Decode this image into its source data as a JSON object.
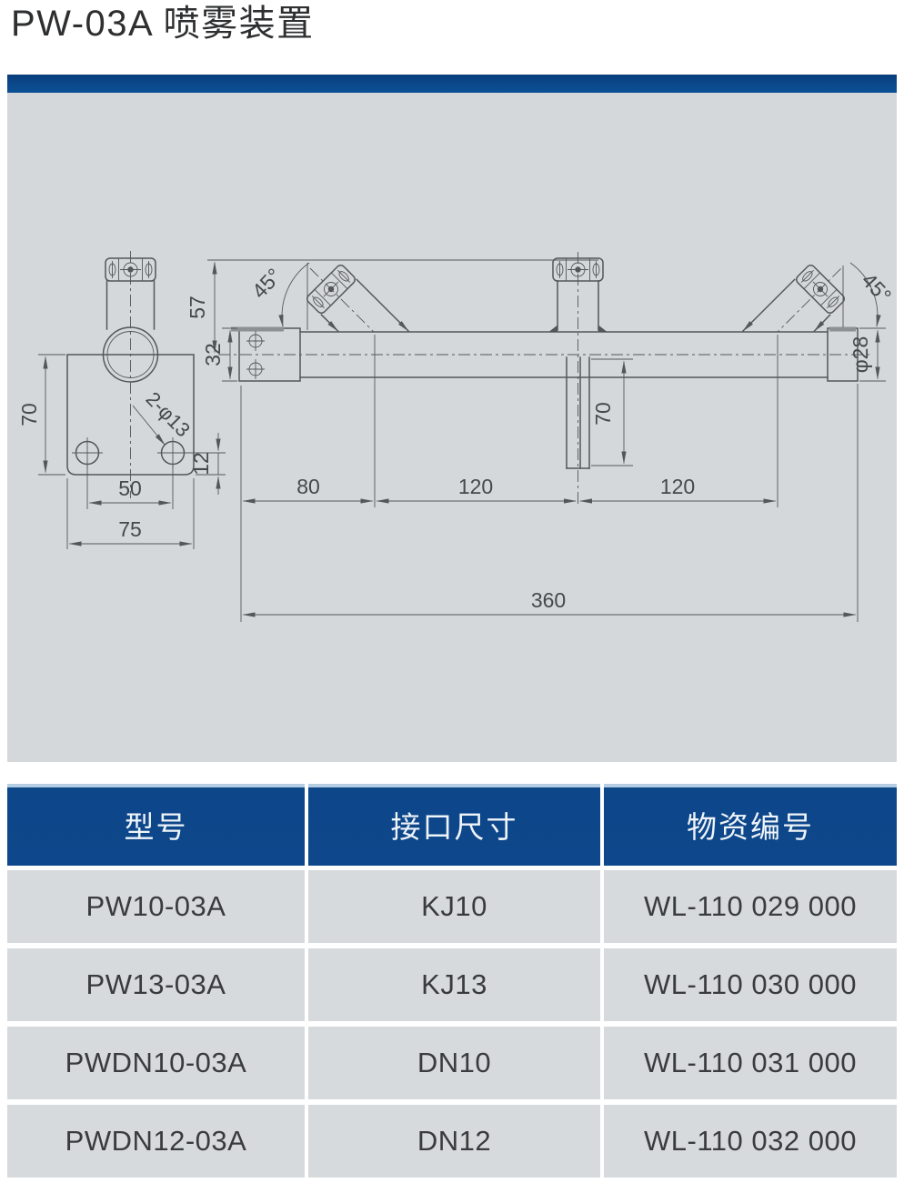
{
  "title": "PW-03A 喷雾装置",
  "colors": {
    "accent_blue": "#0c5097",
    "header_blue": "#0d4689",
    "panel_gray": "#d5d8da",
    "row_gray": "#d7dadc",
    "line_gray": "#54575a"
  },
  "drawing": {
    "end_view": {
      "plate_height": "70",
      "hole_pitch": "50",
      "plate_width": "75",
      "edge_offset": "12",
      "holes_note": "2-φ13"
    },
    "side_view": {
      "bracket_height": "57",
      "end_width": "32",
      "angle_left": "45°",
      "angle_right": "45°",
      "span_a": "80",
      "span_b": "120",
      "span_c": "120",
      "span_total": "360",
      "drop_length": "70",
      "pipe_dia": "φ28"
    }
  },
  "table": {
    "headers": [
      "型号",
      "接口尺寸",
      "物资编号"
    ],
    "rows": [
      [
        "PW10-03A",
        "KJ10",
        "WL-110 029 000"
      ],
      [
        "PW13-03A",
        "KJ13",
        "WL-110 030 000"
      ],
      [
        "PWDN10-03A",
        "DN10",
        "WL-110 031 000"
      ],
      [
        "PWDN12-03A",
        "DN12",
        "WL-110 032 000"
      ]
    ]
  }
}
